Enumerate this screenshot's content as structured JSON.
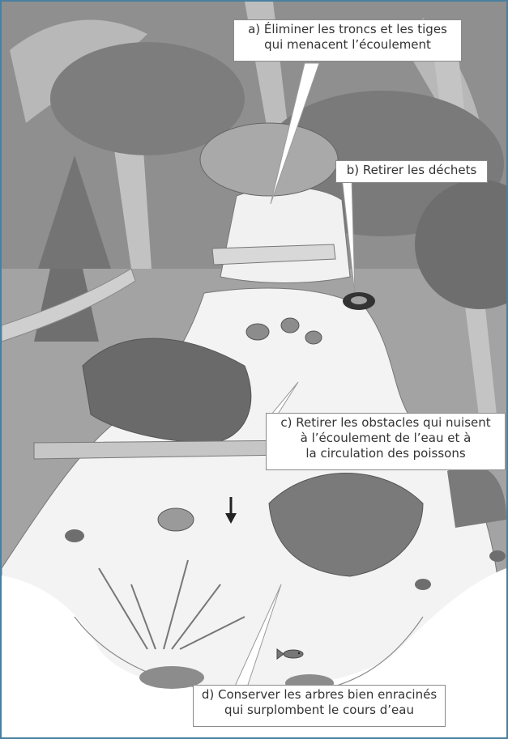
{
  "callouts": {
    "a": {
      "line1": "a) Éliminer les troncs et les tiges",
      "line2": "qui menacent l’écoulement"
    },
    "b": {
      "line1": "b) Retirer les déchets"
    },
    "c": {
      "line1": "c) Retirer les obstacles qui nuisent",
      "line2": "à l’écoulement de l’eau et à",
      "line3": "la circulation des poissons"
    },
    "d": {
      "line1": "d) Conserver les arbres bien enracinés",
      "line2": "qui surplombent le cours d’eau"
    }
  },
  "colors": {
    "frame": "#4a7fa0",
    "background_dark": "#9a9a9a",
    "foliage": "#7d7d7d",
    "foliage_dark": "#6b6b6b",
    "trunk": "#bdbdbd",
    "water": "#f3f3f3",
    "rock": "#8c8c8c",
    "tire": "#333333"
  },
  "icons": [
    "tire-icon",
    "fish-icon",
    "flow-arrow-icon"
  ]
}
